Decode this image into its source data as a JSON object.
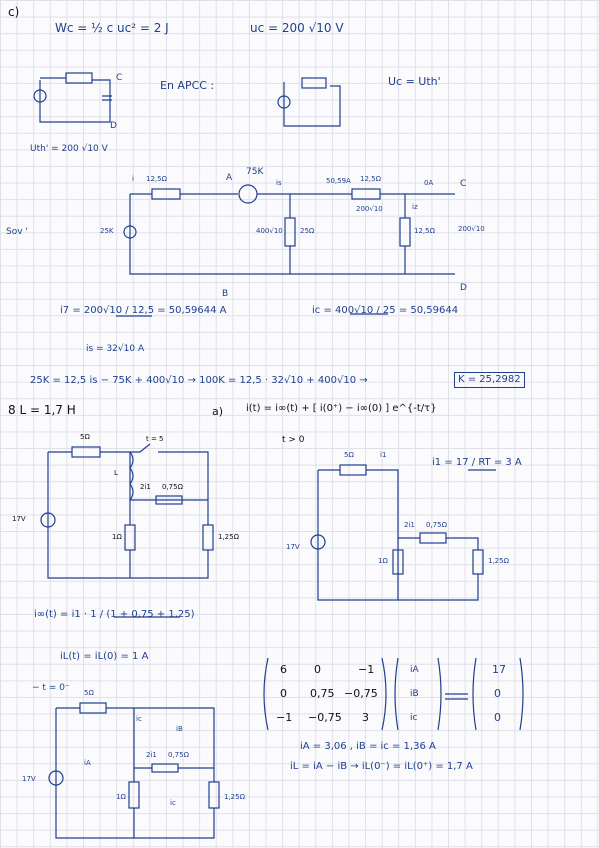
{
  "part_c": {
    "label": "c)",
    "energy_eq": "Wc = ½ c uc² = 2 J",
    "uc_value": "uc = 200 √10 V",
    "thevenin_volt": "Uth' = 200 √10 V",
    "apcc_title": "En APCC :",
    "uc_eq_uth": "Uc = Uth'",
    "c_label": "C",
    "d_label": "D",
    "node_a_label": "A",
    "node_b_label": "B",
    "node_c_label": "C",
    "node_d_label": "D",
    "sov_label": "Sov '",
    "source_25k": "25K",
    "r_12_5_left": "12,5Ω",
    "i_label": "i",
    "dep_src": "75K",
    "is_label": "is",
    "r_12_5_top": "12,5Ω",
    "i_50_59": "50,59A",
    "oa_label": "0A",
    "branch_400_sqrt10": "400√10",
    "r_25": "25Ω",
    "iz_label": "iz",
    "r_12_5_right": "12,5Ω",
    "v_200_sqrt10": "200√10",
    "i_200_sqrt10": "200√10",
    "eq_i7": "i7 = 200√10 / 12,5 = 50,59644 A",
    "eq_ic": "ic = 400√10 / 25 = 50,59644",
    "eq_is": "is = 32√10 A",
    "eq_25k": "25K = 12,5 is − 75K + 400√10  →  100K = 12,5 · 32√10 + 400√10  →",
    "eq_k_result": "K = 25,2982"
  },
  "problem_8": {
    "label": "8  L = 1,7 H",
    "part_a": "a)",
    "i_t_formula": "i(t) = i∞(t) + [ i(0⁺) − i∞(0) ] e^{-t/τ}",
    "t_gt_0": "t > 0",
    "r_5": "5Ω",
    "i1_label": "i1",
    "i1_eq": "i1 = 17 / RT = 3 A",
    "source_17v": "17V",
    "dep_2i1": "2i1",
    "r_0_75": "0,75Ω",
    "r_1": "1Ω",
    "r_1_25": "1,25Ω",
    "l_label": "L",
    "switch_label": "t = 5",
    "i_inf_formula": "i∞(t) = i1 · 1 / (1 + 0,75 + 1,25)",
    "i_l_0": "iL(t) = iL(0) = 1 A",
    "t_zero_minus": "− t = 0⁻",
    "ic_label": "ic",
    "loop_a": "iA",
    "loop_b": "iB",
    "loop_c": "ic",
    "matrix_rows": [
      [
        "6",
        "0",
        "−1"
      ],
      [
        "0",
        "0,75",
        "−0,75"
      ],
      [
        "−1",
        "−0,75",
        "3"
      ]
    ],
    "vec_i": [
      "iA",
      "iB",
      "ic"
    ],
    "vec_rhs": [
      "17",
      "0",
      "0"
    ],
    "result_1": "iA = 3,06 ,   iB = ic = 1,36 A",
    "result_2": "iL = iA − iB  →  iL(0⁻) = iL(0⁺) = 1,7 A"
  }
}
